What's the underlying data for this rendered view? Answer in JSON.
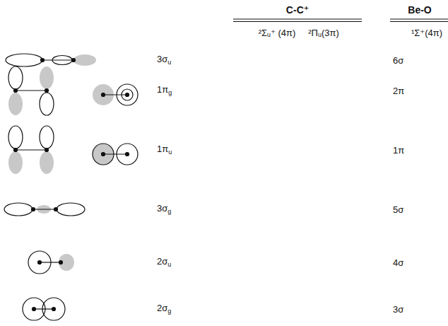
{
  "diagram": {
    "labels": [
      "C-C⁺",
      "²Σᵤ⁺ (4π)",
      "²Πᵤ(3π)",
      "Be-O",
      "¹Σ⁺(4π)",
      "3σu",
      "6σ",
      "1πg",
      "2π",
      "1πu",
      "1π",
      "3σg",
      "5σ",
      "2σu",
      "4σ",
      "2σg",
      "3σ"
    ]
  }
}
